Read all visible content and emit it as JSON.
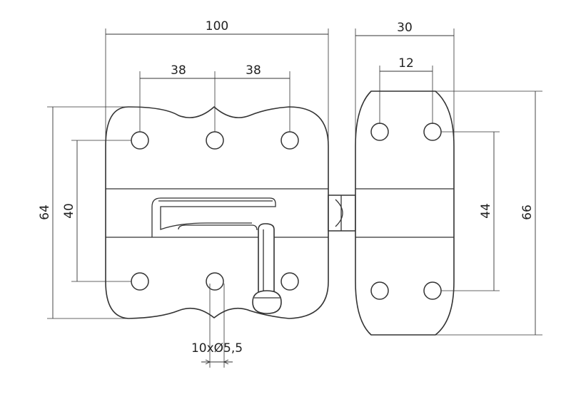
{
  "dimensions": {
    "bolt_plate_width": "100",
    "hole_pitch_left": "38",
    "hole_pitch_right": "38",
    "keeper_width": "30",
    "keeper_hole_pitch": "12",
    "bolt_plate_height": "64",
    "bolt_plate_hole_vertical": "40",
    "keeper_hole_vertical": "44",
    "keeper_height": "66",
    "hole_callout": "10xØ5,5"
  },
  "colors": {
    "line": "#333333",
    "background": "#ffffff"
  }
}
